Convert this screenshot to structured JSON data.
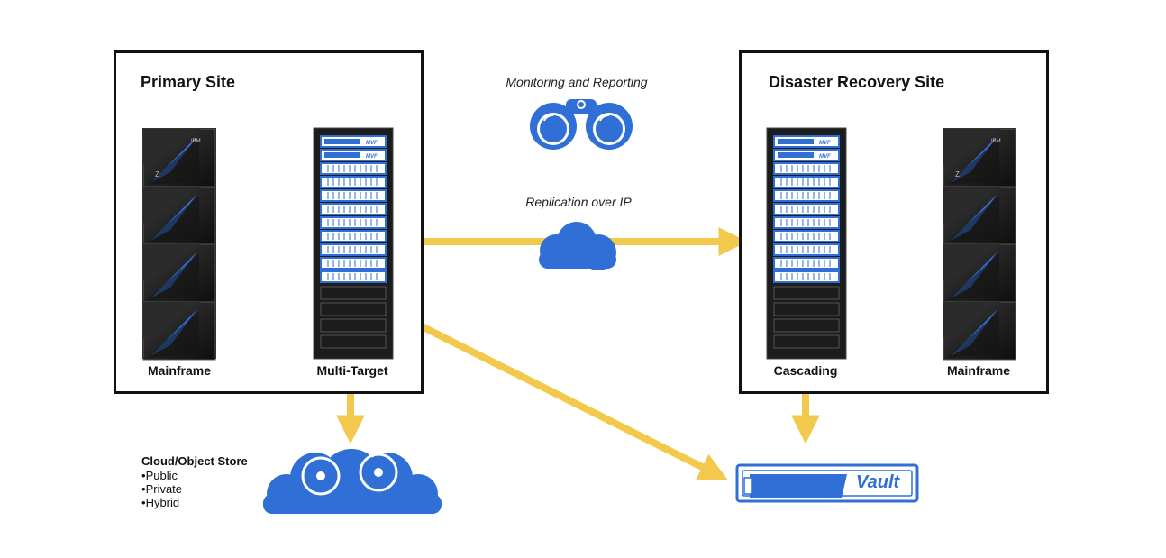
{
  "primary_site": {
    "title": "Primary Site",
    "mainframe_label": "Mainframe",
    "multitarget_label": "Multi-Target"
  },
  "dr_site": {
    "title": "Disaster Recovery Site",
    "cascading_label": "Cascading",
    "mainframe_label": "Mainframe"
  },
  "monitoring_label": "Monitoring and Reporting",
  "replication_label": "Replication over IP",
  "cloud_store": {
    "title": "Cloud/Object Store",
    "items": [
      "Public",
      "Private",
      "Hybrid"
    ]
  },
  "vault_label": "Vault",
  "mainframe_badge": "IBM",
  "mainframe_mark": "Z",
  "storage_brand": "MVF",
  "colors": {
    "arrow": "#f2c94c",
    "brand_blue": "#2f6fd6",
    "box_border": "#111111",
    "rack_dark": "#1c1c1c"
  }
}
